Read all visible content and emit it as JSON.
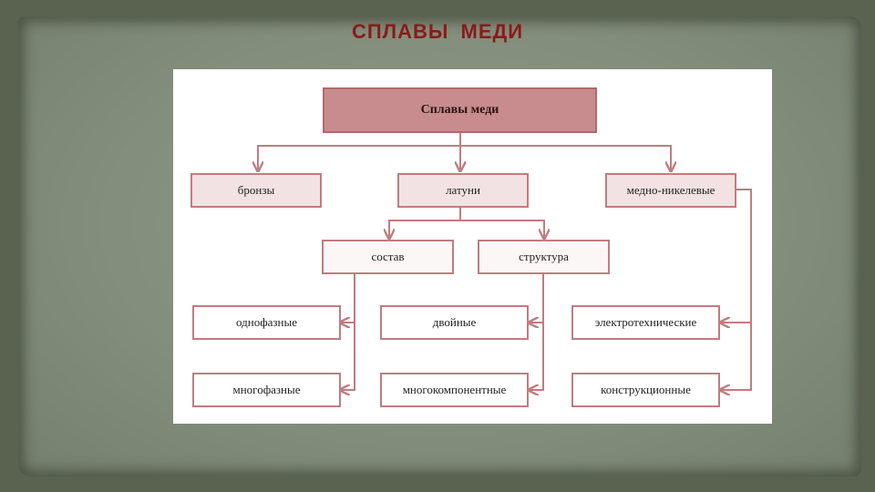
{
  "slide": {
    "title": "СПЛАВЫ   МЕДИ"
  },
  "diagram": {
    "root": "Сплавы меди",
    "level1": [
      "бронзы",
      "латуни",
      "медно-никелевые"
    ],
    "brass_groups": [
      "состав",
      "структура"
    ],
    "composition_types": [
      "однофазные",
      "многофазные"
    ],
    "structure_types": [
      "двойные",
      "многокомпонентные"
    ],
    "copper_nickel_types": [
      "электротехнические",
      "конструкционные"
    ]
  },
  "colors": {
    "title": "#8b1a1a",
    "box_border": "#c07d80",
    "root_fill": "#c88c8e"
  }
}
